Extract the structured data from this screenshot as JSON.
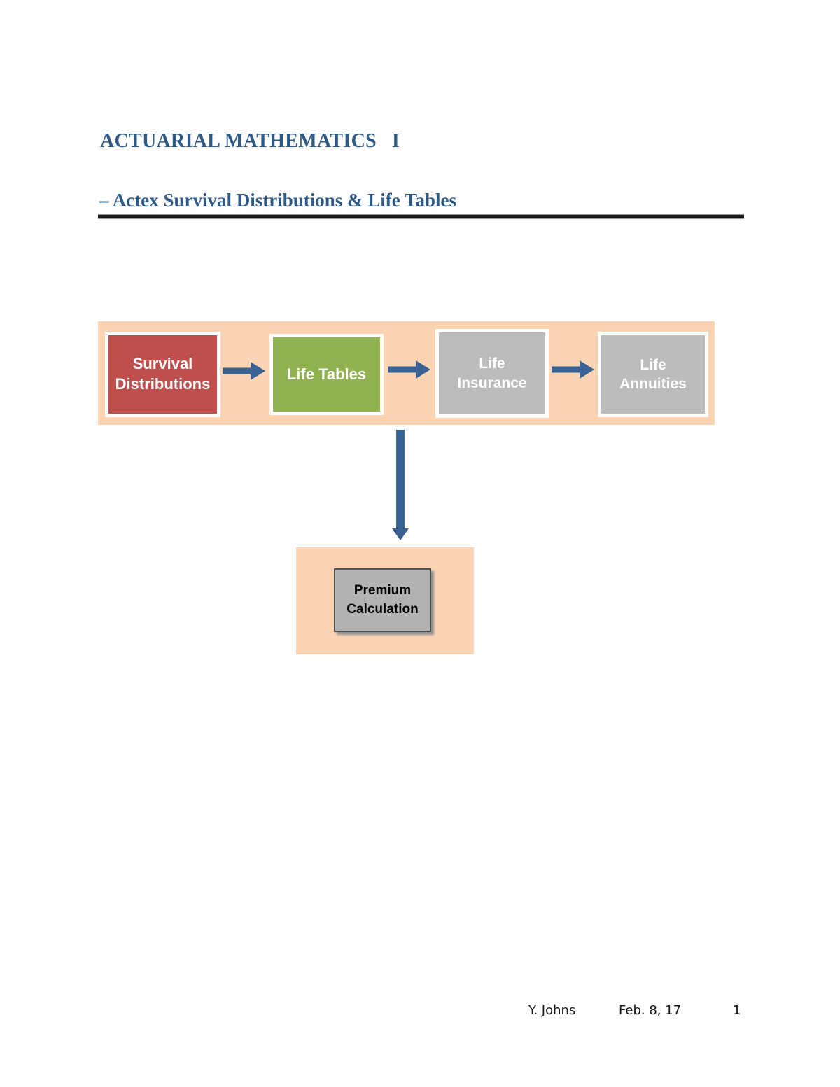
{
  "page": {
    "title": "ACTUARIAL MATHEMATICS   I",
    "subtitle": "– Actex Survival Distributions & Life Tables",
    "title_color": "#2e5a88"
  },
  "diagram": {
    "band_color": "#fbd4b4",
    "arrow_color": "#3a6292",
    "flow_nodes": [
      {
        "lines": [
          "Survival",
          "Distributions"
        ],
        "color": "#bf4f4c",
        "text_color": "#ffffff"
      },
      {
        "lines": [
          "Life Tables"
        ],
        "color": "#92b150",
        "text_color": "#ffffff"
      },
      {
        "lines": [
          "Life",
          "Insurance"
        ],
        "color": "#bcbcbc",
        "text_color": "#ffffff"
      },
      {
        "lines": [
          "Life",
          "Annuities"
        ],
        "color": "#bcbcbc",
        "text_color": "#ffffff"
      }
    ],
    "result_node": {
      "lines": [
        "Premium",
        "Calculation"
      ],
      "color": "#b3b3b3",
      "text_color": "#000000"
    }
  },
  "footer": {
    "author": "Y. Johns",
    "date": "Feb. 8, 17",
    "page_number": "1"
  }
}
